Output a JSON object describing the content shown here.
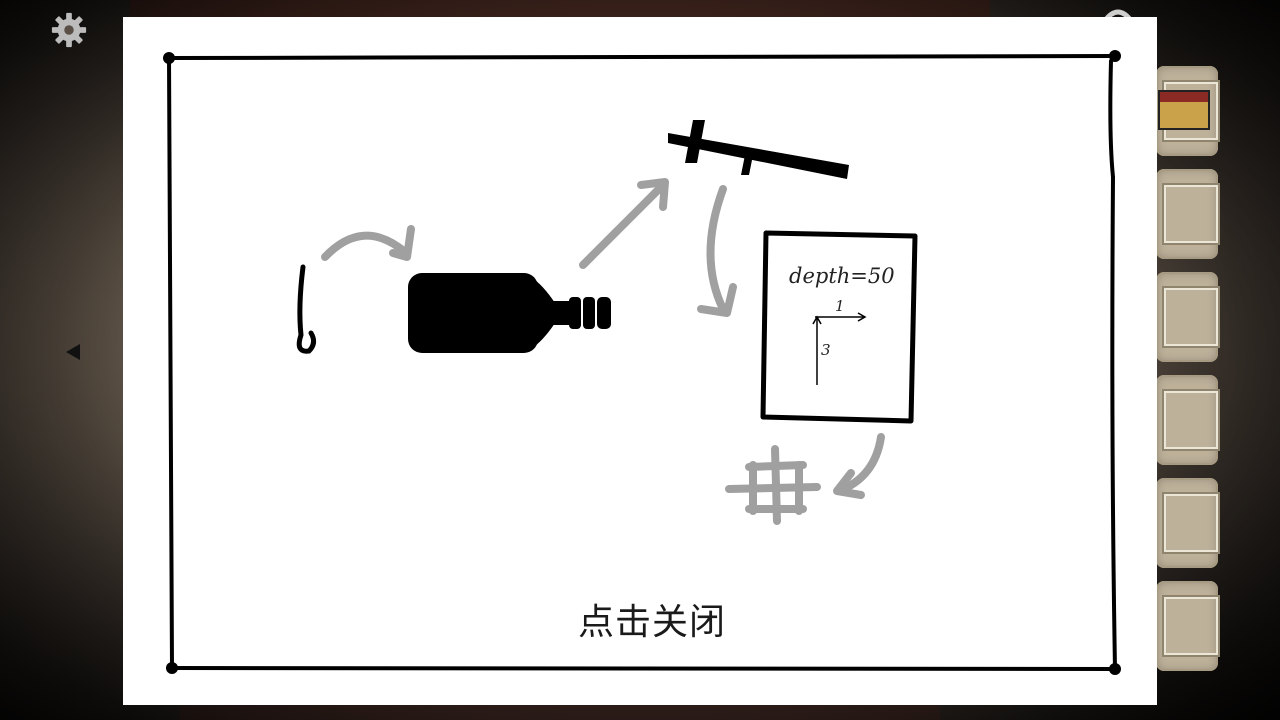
{
  "paper": {
    "close_label": "点击关闭",
    "note_depth": "depth=50",
    "note_arrow_h": "1",
    "note_arrow_v": "3"
  },
  "icons": {
    "settings": "gear-icon",
    "back": "left-arrow-icon",
    "hint": "hint-icon"
  },
  "inventory": {
    "slots": [
      {
        "item": "red-yellow-box"
      },
      {
        "item": ""
      },
      {
        "item": ""
      },
      {
        "item": ""
      },
      {
        "item": ""
      },
      {
        "item": ""
      }
    ]
  },
  "colors": {
    "paper": "#ffffff",
    "ink": "#000000",
    "arrow_gray": "#a0a0a0",
    "slot_bg": "#bdb19a"
  }
}
